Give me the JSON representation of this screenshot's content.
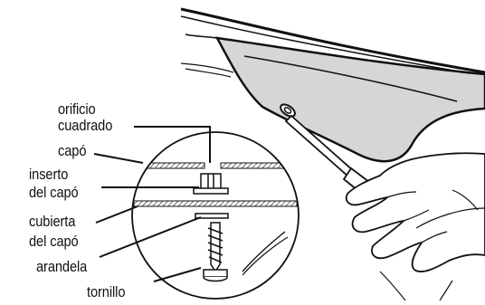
{
  "labels": {
    "square_hole_line1": "orificio",
    "square_hole_line2": "cuadrado",
    "hood": "capó",
    "hood_insert_line1": "inserto",
    "hood_insert_line2": "del capó",
    "hood_cover_line1": "cubierta",
    "hood_cover_line2": "del capó",
    "washer": "arandela",
    "screw": "tornillo"
  },
  "colors": {
    "hood_fill": "#d6d6d6",
    "ink": "#111111"
  }
}
